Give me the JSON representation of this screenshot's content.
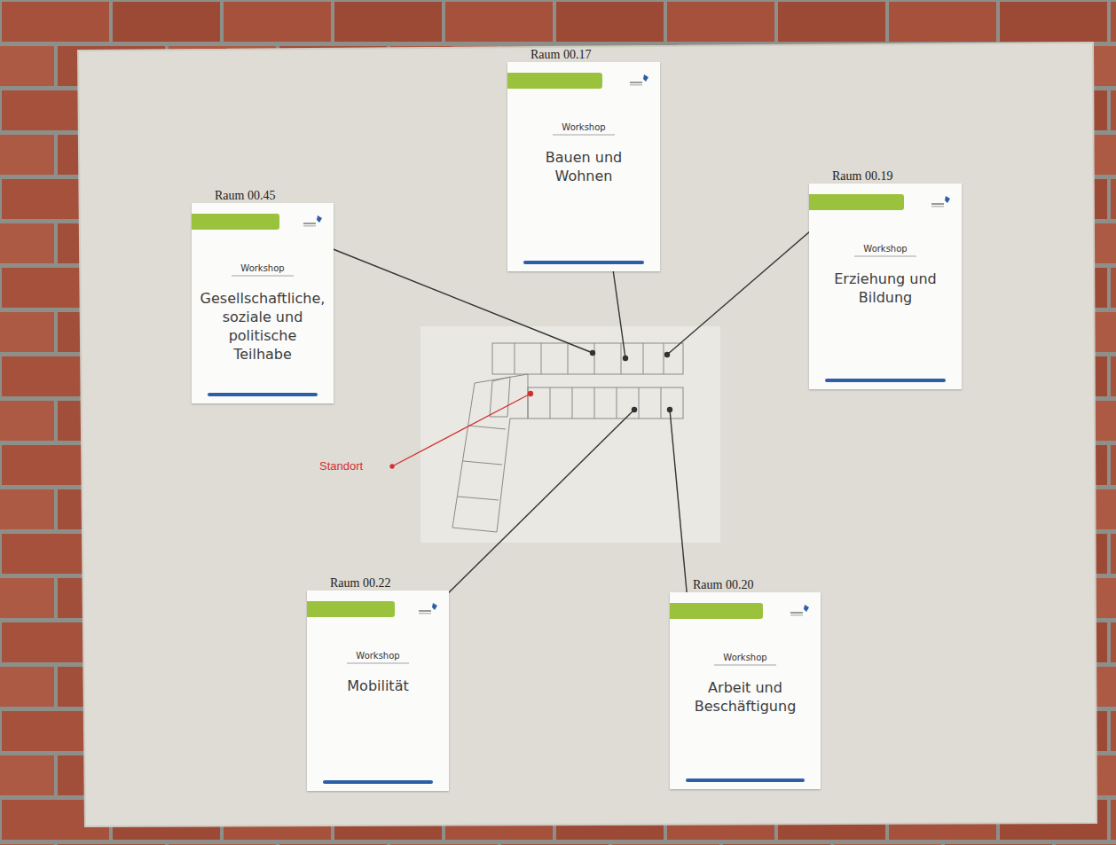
{
  "diagram": {
    "nodes": [
      {
        "text": [
          "Raum 00.17",
          "Workshop",
          "Bauen und Wohnen"
        ]
      },
      {
        "text": [
          "Raum 00.45",
          "Workshop",
          "Gesellschaftliche, soziale und politische Teilhabe"
        ]
      },
      {
        "text": [
          "Raum 00.19",
          "Workshop",
          "Erziehung und Bildung"
        ]
      },
      {
        "text": [
          "Raum 00.22",
          "Workshop",
          "Mobilität"
        ]
      },
      {
        "text": [
          "Raum 00.20",
          "Workshop",
          "Arbeit und Beschäftigung"
        ]
      }
    ],
    "labels": [
      "Standort"
    ]
  }
}
